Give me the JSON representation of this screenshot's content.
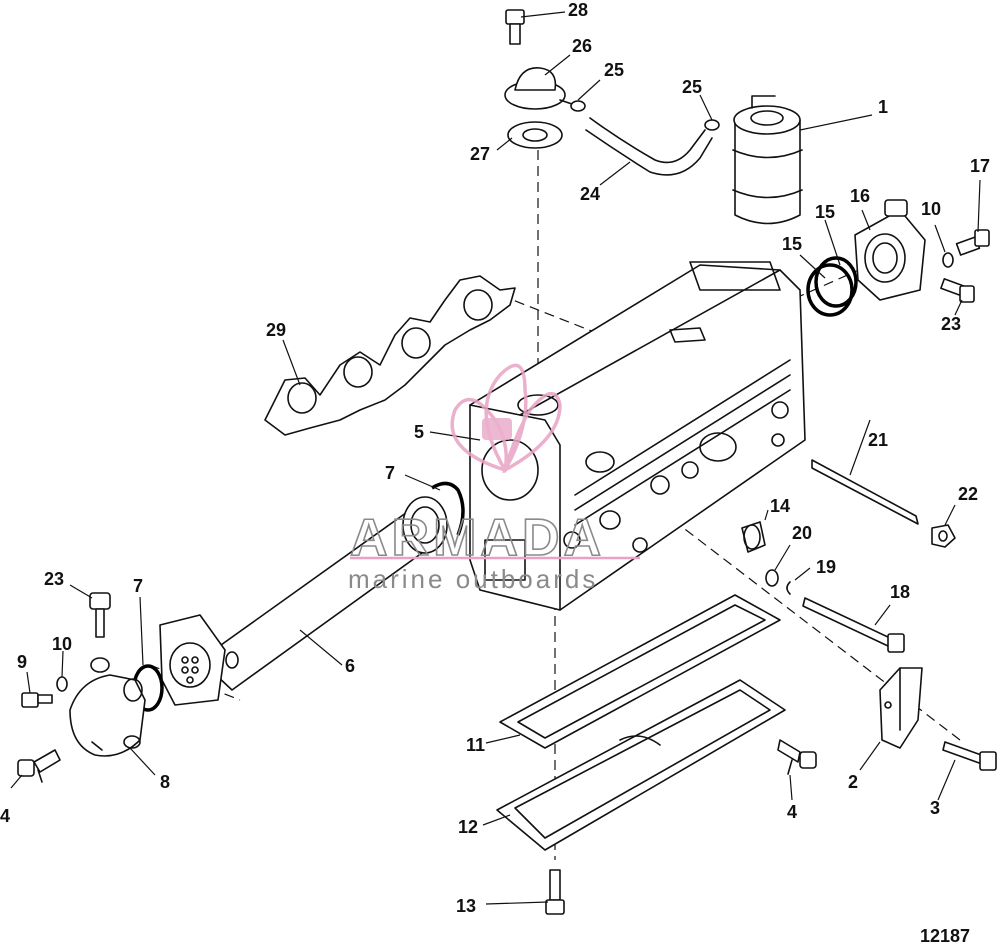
{
  "figure": {
    "id_label": "12187",
    "callouts": [
      "28",
      "26",
      "25",
      "25",
      "1",
      "27",
      "24",
      "17",
      "16",
      "15",
      "15",
      "10",
      "23",
      "29",
      "5",
      "21",
      "7",
      "22",
      "14",
      "20",
      "19",
      "18",
      "23",
      "7",
      "10",
      "9",
      "6",
      "8",
      "4",
      "11",
      "2",
      "3",
      "4",
      "12",
      "13"
    ]
  },
  "watermark": {
    "name": "ARMADA",
    "tagline": "marine outboards"
  },
  "colors": {
    "line": "#111111",
    "watermark_pink": "#e8a3c4",
    "watermark_gray": "#8a8a8a"
  }
}
